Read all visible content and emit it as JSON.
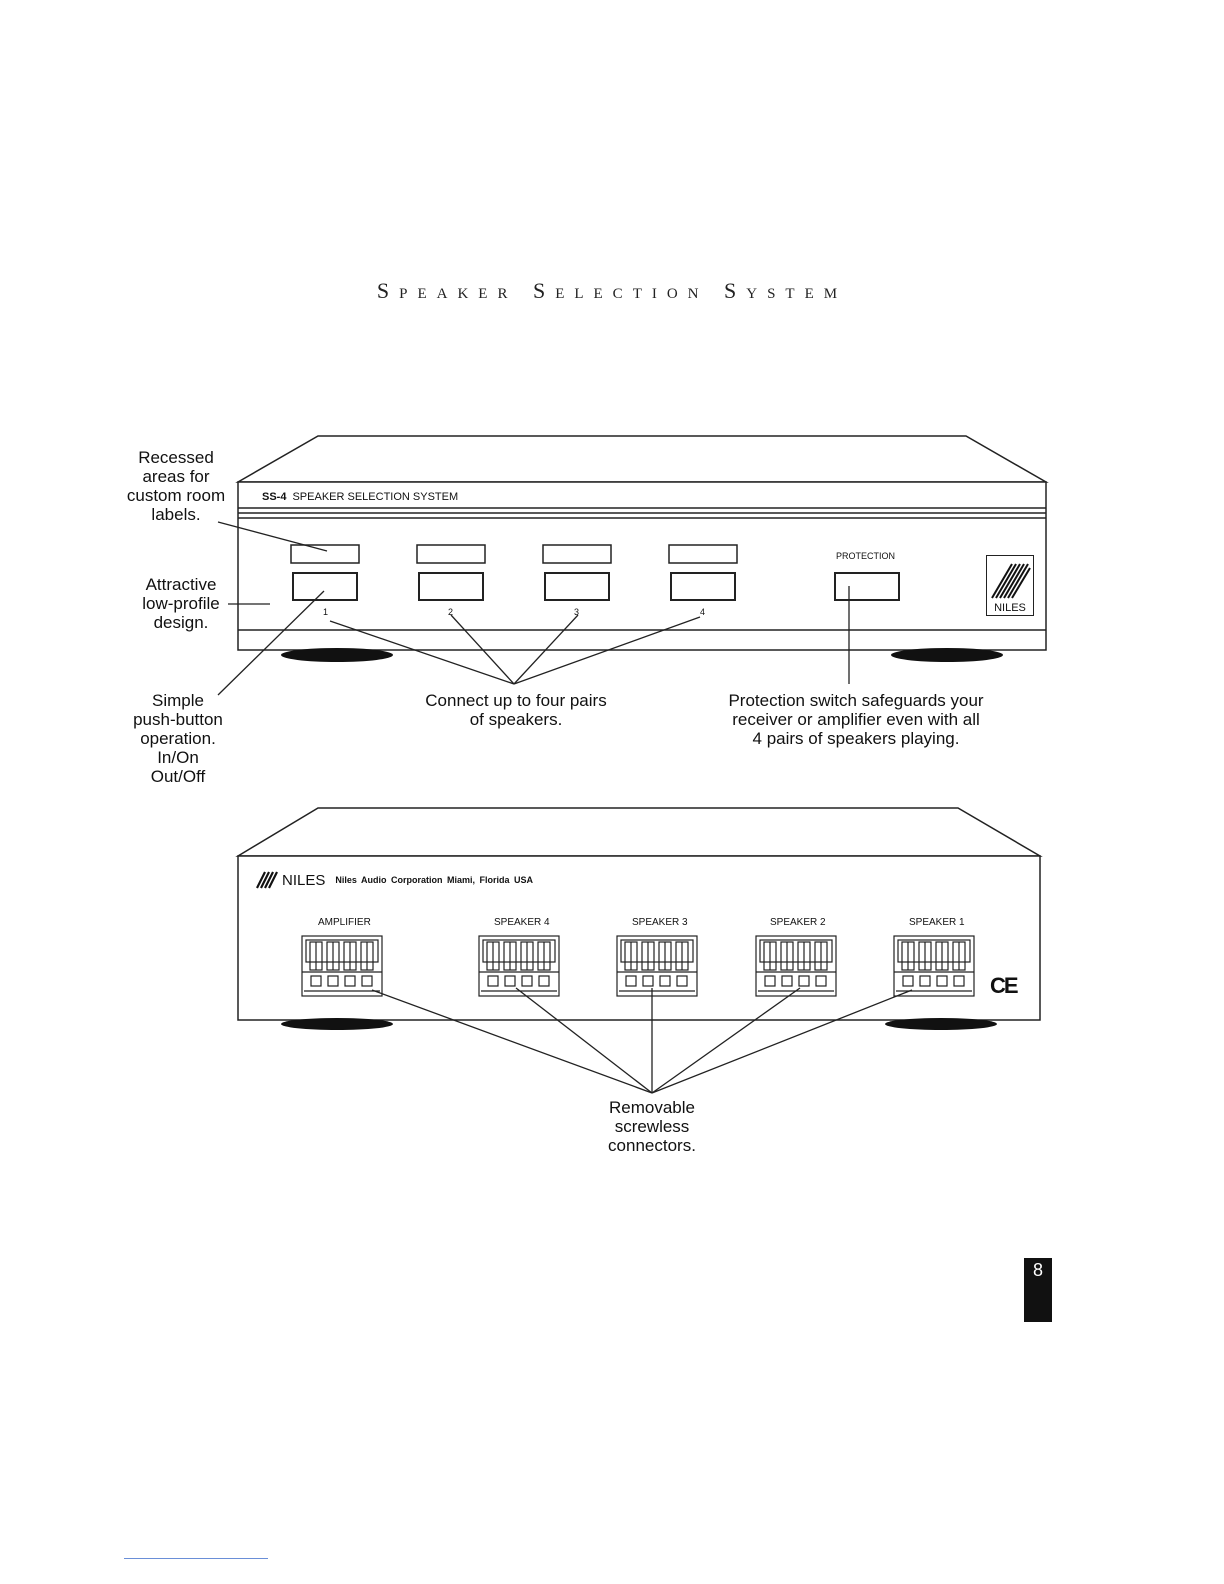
{
  "title": "Speaker Selection System",
  "front_panel": {
    "model": "SS-4",
    "model_text": "SPEAKER SELECTION SYSTEM",
    "button_numbers": [
      "1",
      "2",
      "3",
      "4"
    ],
    "protection_label": "PROTECTION",
    "logo_text": "NILES"
  },
  "rear_panel": {
    "brand": "NILES",
    "address": "Niles Audio Corporation Miami, Florida USA",
    "connectors": [
      "AMPLIFIER",
      "SPEAKER 4",
      "SPEAKER 3",
      "SPEAKER 2",
      "SPEAKER 1"
    ],
    "ce_mark": "CE"
  },
  "callouts": {
    "recessed": [
      "Recessed",
      "areas for",
      "custom room",
      "labels."
    ],
    "low_profile": [
      "Attractive",
      "low-profile",
      "design."
    ],
    "push_button": [
      "Simple",
      "push-button",
      "operation.",
      "In/On",
      "Out/Off"
    ],
    "connect": [
      "Connect up to four pairs",
      "of speakers."
    ],
    "protection": [
      "Protection switch safeguards your",
      "receiver or amplifier even with all",
      "4 pairs of speakers playing."
    ],
    "removable": [
      "Removable",
      "screwless",
      "connectors."
    ]
  },
  "page_number": "8"
}
